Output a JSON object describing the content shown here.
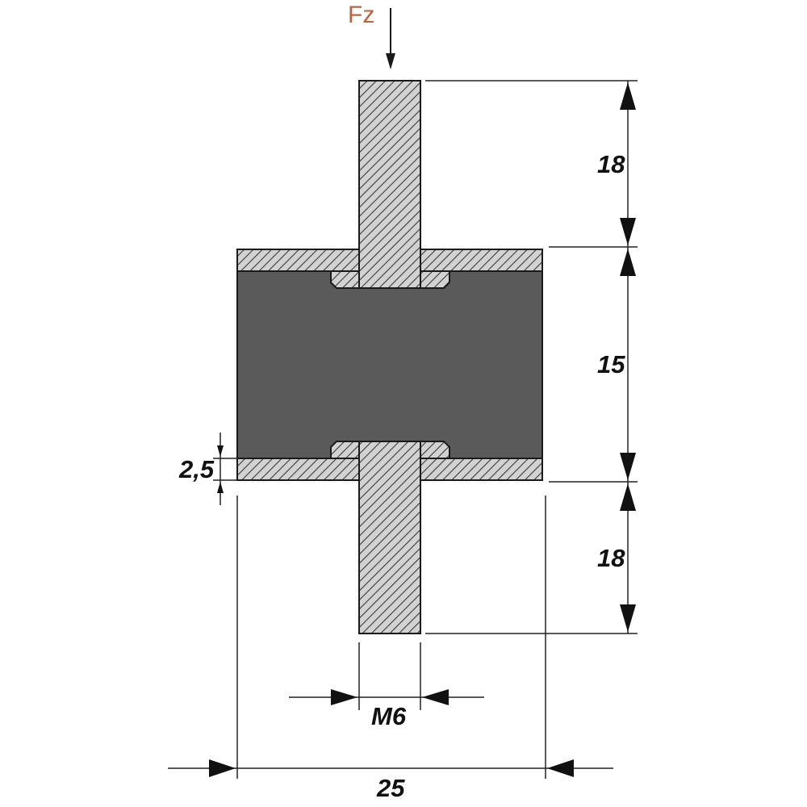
{
  "force": {
    "label": "Fz",
    "color": "#c0623c"
  },
  "dimensions": {
    "top_stud_length": "18",
    "rubber_height": "15",
    "bottom_stud_length": "18",
    "plate_thickness": "2,5",
    "thread": "M6",
    "diameter": "25"
  },
  "colors": {
    "rubber": "#5a5a5a",
    "metal": "#d2d2d2",
    "hatch": "#3a3a3a",
    "lines": "#1a1a1a"
  }
}
